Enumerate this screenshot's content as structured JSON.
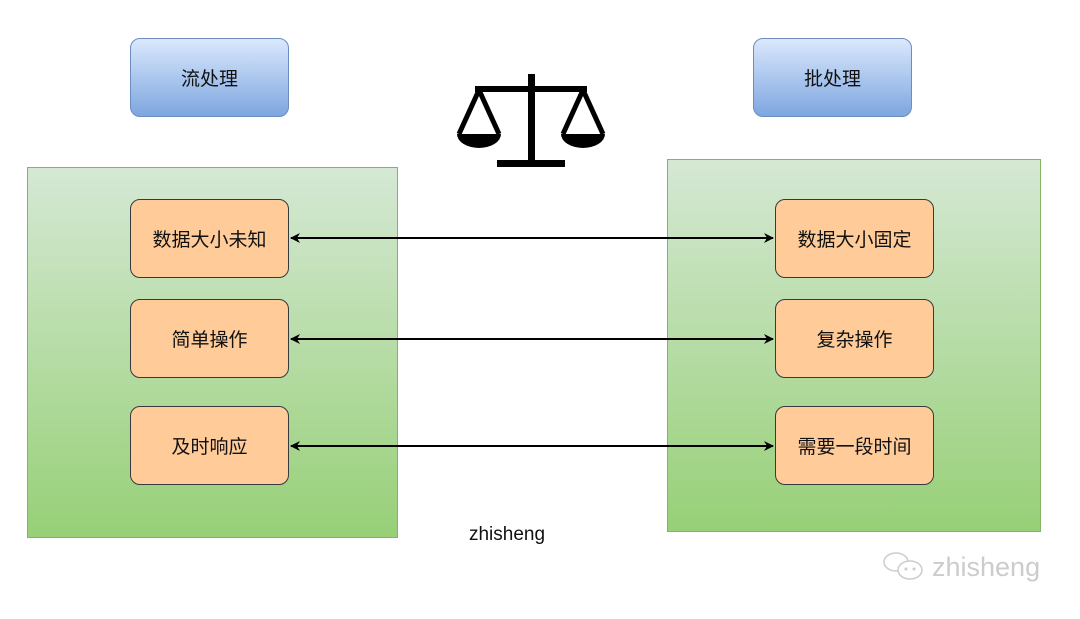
{
  "stream": {
    "title": "流处理",
    "items": [
      "数据大小未知",
      "简单操作",
      "及时响应"
    ]
  },
  "batch": {
    "title": "批处理",
    "items": [
      "数据大小固定",
      "复杂操作",
      "需要一段时间"
    ]
  },
  "caption": "zhisheng",
  "watermark": "zhisheng",
  "colors": {
    "blue": "#7ea6e0",
    "green": "#97d077",
    "orange": "#ffcc99"
  }
}
